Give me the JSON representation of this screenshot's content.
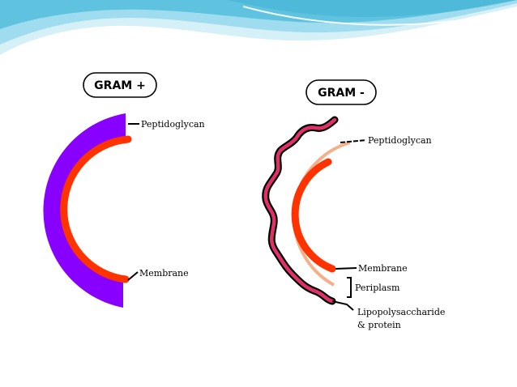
{
  "colors": {
    "header_wave_main": "#5fc3df",
    "header_wave_light": "#bfe8f3",
    "gram_pos_wall": "#8800ff",
    "membrane": "#ff3300",
    "gram_neg_outer": "#e0306a",
    "periplasm_peptidoglycan": "#f4b08a"
  },
  "gram_positive": {
    "title": "GRAM +",
    "labels": {
      "peptidoglycan": "Peptidoglycan",
      "membrane": "Membrane"
    }
  },
  "gram_negative": {
    "title": "GRAM -",
    "labels": {
      "peptidoglycan": "Peptidoglycan",
      "membrane": "Membrane",
      "periplasm": "Periplasm",
      "lipopolysaccharide_line1": "Lipopolysaccharide",
      "lipopolysaccharide_line2": "& protein"
    }
  }
}
